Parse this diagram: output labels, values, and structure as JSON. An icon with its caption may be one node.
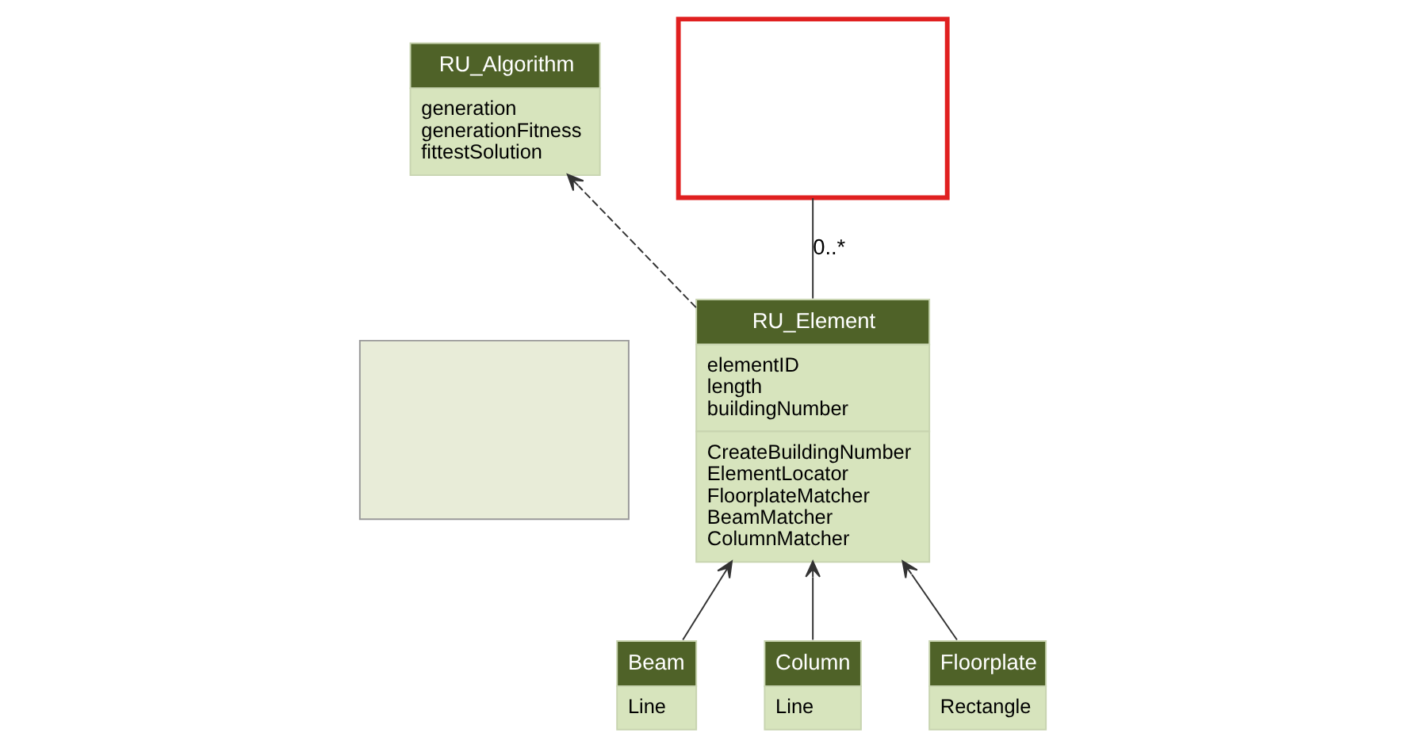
{
  "diagram": {
    "nodes": [
      {
        "text": [],
        "shape": "box"
      },
      {
        "text": [
          "RU_Algorithm",
          "generation generationFitness fittestSolution"
        ]
      },
      {
        "text": [
          "RU_Element",
          "elementID length buildingNumber",
          "CreateBuildingNumber ElementLocator FloorplateMatcher BeamMatcher ColumnMatcher"
        ]
      },
      {
        "text": [],
        "shape": "box"
      },
      {
        "text": [
          "Beam",
          "Line"
        ]
      },
      {
        "text": [
          "Column",
          "Line"
        ]
      },
      {
        "text": [
          "Floorplate",
          "Rectangle"
        ]
      }
    ],
    "edges": [
      {
        "from": 2,
        "to": 1,
        "arrow": "to",
        "style": "dashed"
      },
      {
        "from": 2,
        "to": 3,
        "arrow": "none",
        "label": "0..*"
      },
      {
        "from": 4,
        "to": 2,
        "arrow": "to"
      },
      {
        "from": 5,
        "to": 2,
        "arrow": "to"
      },
      {
        "from": 6,
        "to": 2,
        "arrow": "to"
      }
    ]
  }
}
